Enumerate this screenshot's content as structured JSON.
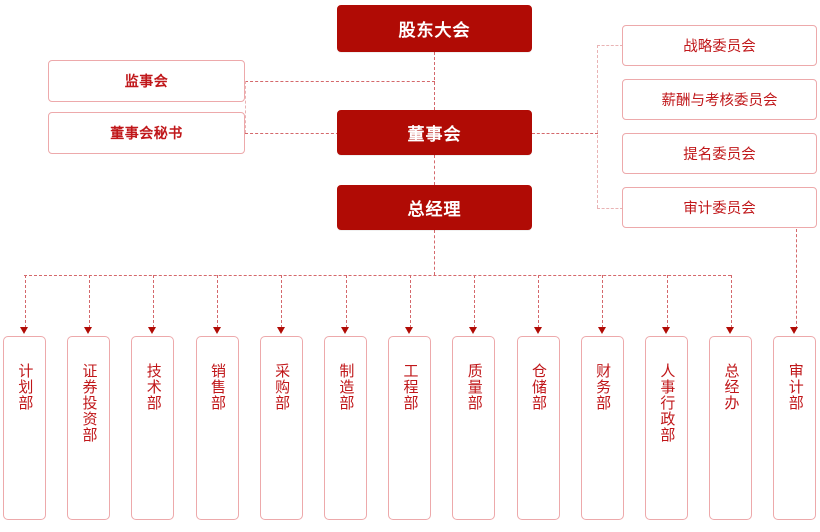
{
  "diagram": {
    "type": "org-chart",
    "title": "",
    "colors": {
      "solid_fill": "#b00b05",
      "solid_text": "#ffffff",
      "outline_border": "#eda9ab",
      "outline_text": "#c0171a",
      "connector": "#d4686b",
      "connector_faint": "#e9b3b4",
      "background": "#ffffff"
    }
  },
  "governance": {
    "shareholders_meeting": "股东大会",
    "board_of_directors": "董事会",
    "general_manager": "总经理"
  },
  "left_nodes": [
    {
      "label": "监事会"
    },
    {
      "label": "董事会秘书"
    }
  ],
  "committees": [
    {
      "label": "战略委员会"
    },
    {
      "label": "薪酬与考核委员会"
    },
    {
      "label": "提名委员会"
    },
    {
      "label": "审计委员会"
    }
  ],
  "departments": [
    {
      "label": "计划部"
    },
    {
      "label": "证券投资部"
    },
    {
      "label": "技术部"
    },
    {
      "label": "销售部"
    },
    {
      "label": "采购部"
    },
    {
      "label": "制造部"
    },
    {
      "label": "工程部"
    },
    {
      "label": "质量部"
    },
    {
      "label": "仓储部"
    },
    {
      "label": "财务部"
    },
    {
      "label": "人事行政部"
    },
    {
      "label": "总经办"
    },
    {
      "label": "审计部"
    }
  ]
}
